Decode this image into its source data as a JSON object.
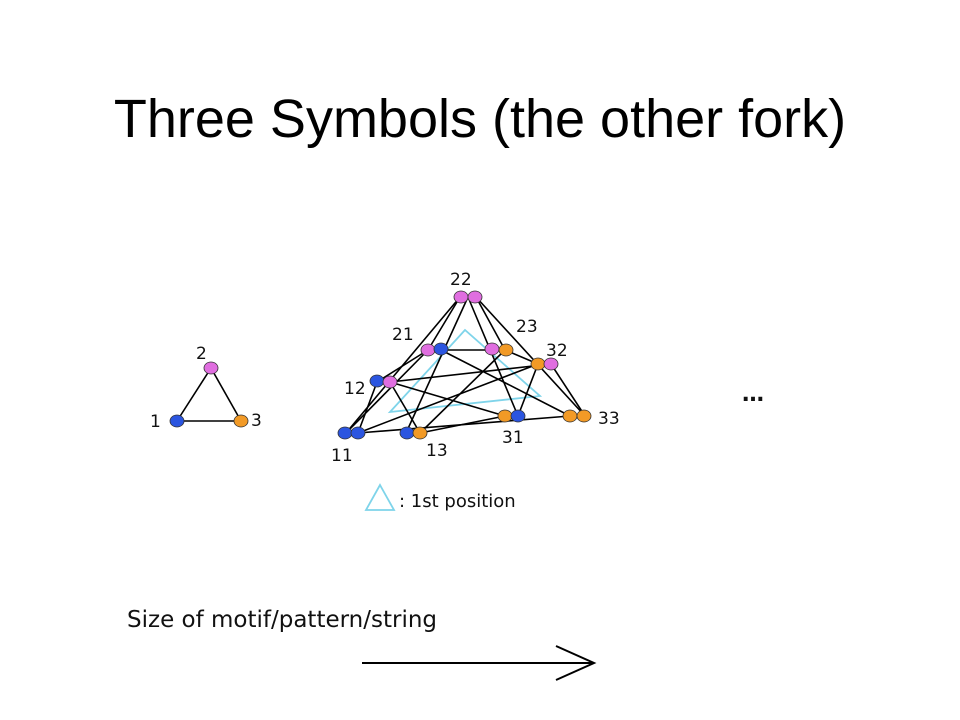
{
  "slide": {
    "title": "Three Symbols (the other fork)"
  },
  "colors": {
    "symbol_1": "#2b55e0",
    "symbol_2": "#e06ee0",
    "symbol_3": "#f29a26",
    "first_position": "#7fd4ea",
    "edge": "#000000"
  },
  "small_graph": {
    "nodes": [
      {
        "id": "1",
        "label": "1",
        "symbol": "1"
      },
      {
        "id": "2",
        "label": "2",
        "symbol": "2"
      },
      {
        "id": "3",
        "label": "3",
        "symbol": "3"
      }
    ]
  },
  "large_graph": {
    "nodes": [
      {
        "id": "11",
        "label": "11"
      },
      {
        "id": "12",
        "label": "12"
      },
      {
        "id": "13",
        "label": "13"
      },
      {
        "id": "21",
        "label": "21"
      },
      {
        "id": "22",
        "label": "22"
      },
      {
        "id": "23",
        "label": "23"
      },
      {
        "id": "31",
        "label": "31"
      },
      {
        "id": "32",
        "label": "32"
      },
      {
        "id": "33",
        "label": "33"
      }
    ]
  },
  "ellipsis": "…",
  "legend": {
    "label": ": 1st position",
    "icon": "triangle-outline-icon"
  },
  "footer": {
    "label": "Size of motif/pattern/string",
    "icon": "right-arrow-icon"
  }
}
